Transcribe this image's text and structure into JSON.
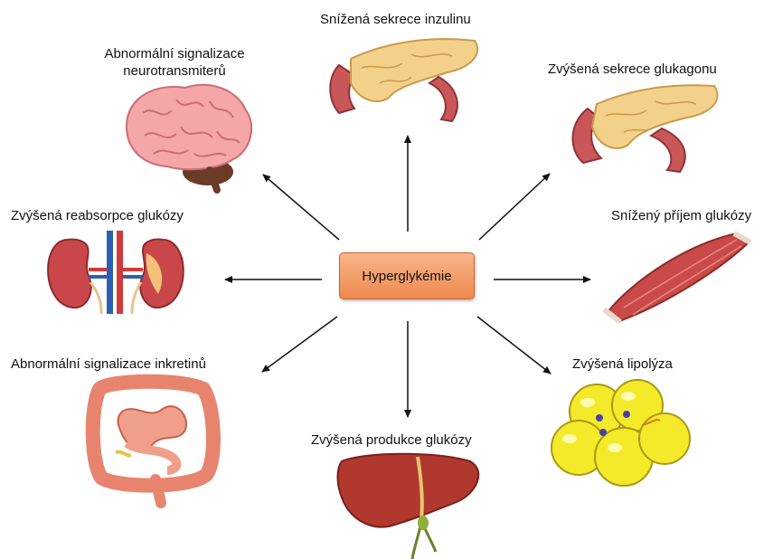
{
  "center": "Hyperglykémie",
  "nodes": {
    "brain": {
      "label_line1": "Abnormální signalizace",
      "label_line2": "neurotransmiterů",
      "icon": "brain-icon"
    },
    "pancreas_insulin": {
      "label": "Snížená sekrece inzulinu",
      "icon": "pancreas-icon"
    },
    "pancreas_glucagon": {
      "label": "Zvýšená sekrece glukagonu",
      "icon": "pancreas-icon"
    },
    "kidney": {
      "label": "Zvýšená reabsorpce glukózy",
      "icon": "kidney-icon"
    },
    "muscle": {
      "label": "Snížený příjem glukózy",
      "icon": "muscle-icon"
    },
    "intestine": {
      "label": "Abnormální signalizace inkretinů",
      "icon": "intestine-icon"
    },
    "fat": {
      "label": "Zvýšená lipolýza",
      "icon": "fat-cells-icon"
    },
    "liver": {
      "label": "Zvýšená produkce glukózy",
      "icon": "liver-icon"
    }
  },
  "colors": {
    "hub_top": "#f9b58a",
    "hub_bottom": "#ee8a4f",
    "arrow": "#111111"
  }
}
